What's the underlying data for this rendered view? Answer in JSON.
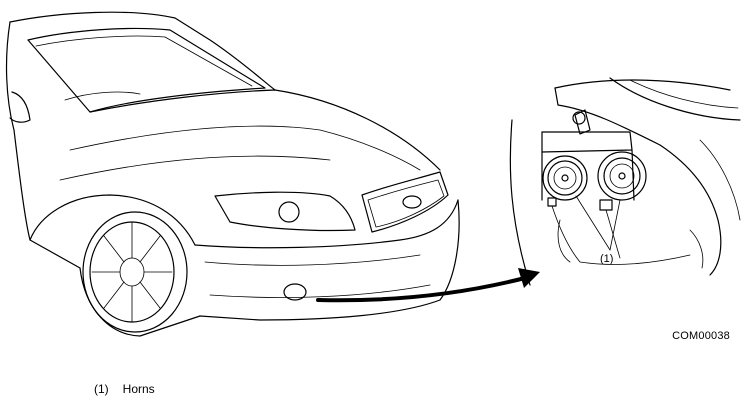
{
  "figure": {
    "callout_label": "(1)",
    "figure_code": "COM00038"
  },
  "legend": {
    "items": [
      {
        "number": "(1)",
        "text": "Horns"
      }
    ]
  }
}
